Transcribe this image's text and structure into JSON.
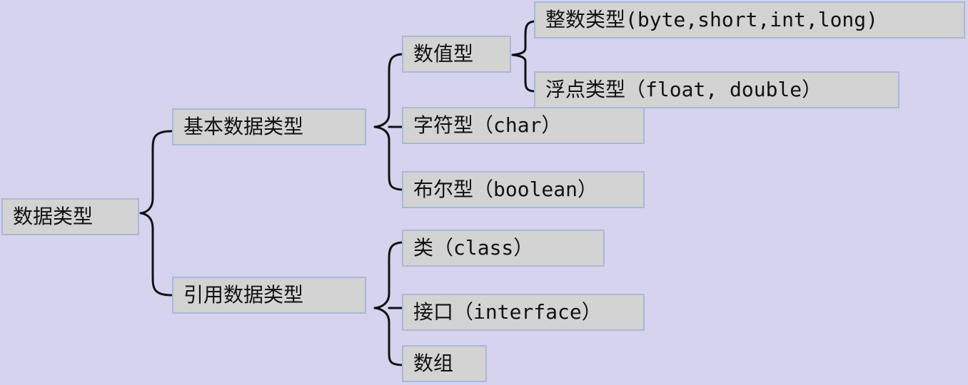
{
  "nodes": {
    "root": "数据类型",
    "primitive": "基本数据类型",
    "reference": "引用数据类型",
    "numeric": "数值型",
    "char": "字符型（char）",
    "boolean": "布尔型（boolean）",
    "integer": "整数类型(byte,short,int,long)",
    "float": "浮点类型（float, double）",
    "class": "类（class）",
    "interface": "接口（interface）",
    "array": "数组"
  },
  "colors": {
    "background": "#d6d3ef",
    "node_fill": "#d3d3d3",
    "node_border": "#a9b8d8",
    "connector": "#111111"
  }
}
